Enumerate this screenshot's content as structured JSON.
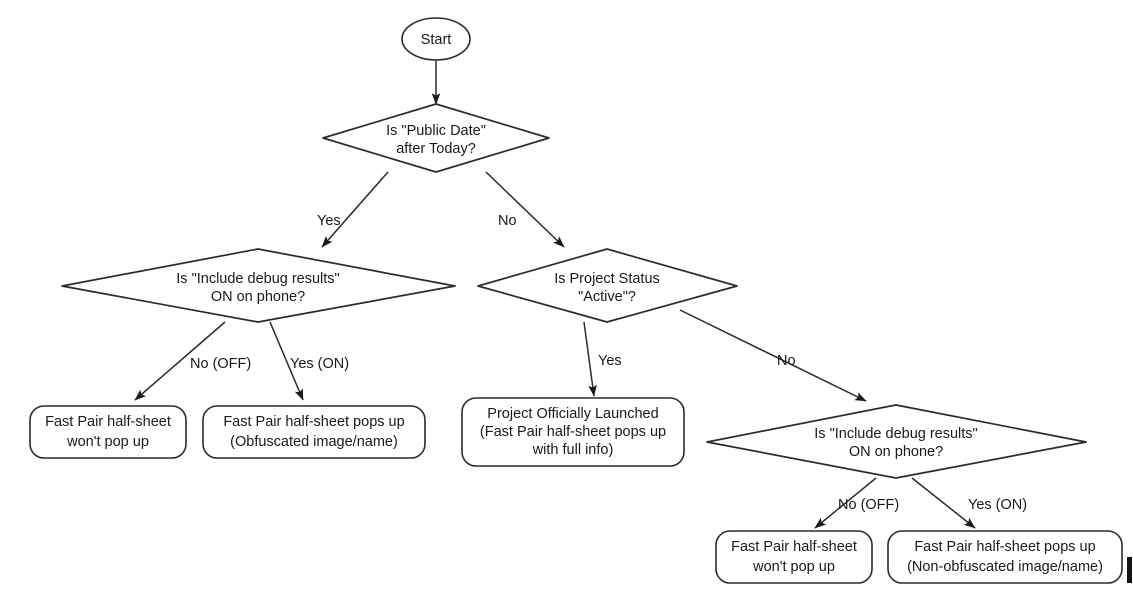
{
  "diagram": {
    "title": "Fast Pair Half-Sheet Decision Flowchart",
    "type": "flowchart",
    "background_color": "#ffffff",
    "stroke_color": "#2b2b2b",
    "text_color": "#1a1a1a"
  },
  "nodes": {
    "start": {
      "shape": "ellipse",
      "label": "Start"
    },
    "decision_public_date": {
      "shape": "diamond",
      "line1": "Is \"Public Date\"",
      "line2": "after Today?"
    },
    "decision_debug_left": {
      "shape": "diamond",
      "line1": "Is \"Include debug results\"",
      "line2": "ON on phone?"
    },
    "decision_project_status": {
      "shape": "diamond",
      "line1": "Is Project Status",
      "line2": "\"Active\"?"
    },
    "decision_debug_right": {
      "shape": "diamond",
      "line1": "Is \"Include debug results\"",
      "line2": "ON on phone?"
    },
    "result_left_off": {
      "shape": "rounded-rect",
      "line1": "Fast Pair half-sheet",
      "line2": "won't pop up"
    },
    "result_left_on": {
      "shape": "rounded-rect",
      "line1": "Fast Pair half-sheet pops up",
      "line2": "(Obfuscated image/name)"
    },
    "result_launched": {
      "shape": "rounded-rect",
      "line1": "Project Officially Launched",
      "line2": "(Fast Pair half-sheet pops up",
      "line3": "with full info)"
    },
    "result_right_off": {
      "shape": "rounded-rect",
      "line1": "Fast Pair half-sheet",
      "line2": "won't pop up"
    },
    "result_right_on": {
      "shape": "rounded-rect",
      "line1": "Fast Pair half-sheet pops up",
      "line2": "(Non-obfuscated image/name)"
    }
  },
  "edges": {
    "start_to_public_date": {
      "label": ""
    },
    "public_date_yes": {
      "label": "Yes"
    },
    "public_date_no": {
      "label": "No"
    },
    "debug_left_no": {
      "label": "No (OFF)"
    },
    "debug_left_yes": {
      "label": "Yes (ON)"
    },
    "project_status_yes": {
      "label": "Yes"
    },
    "project_status_no": {
      "label": "No"
    },
    "debug_right_no": {
      "label": "No (OFF)"
    },
    "debug_right_yes": {
      "label": "Yes (ON)"
    }
  }
}
